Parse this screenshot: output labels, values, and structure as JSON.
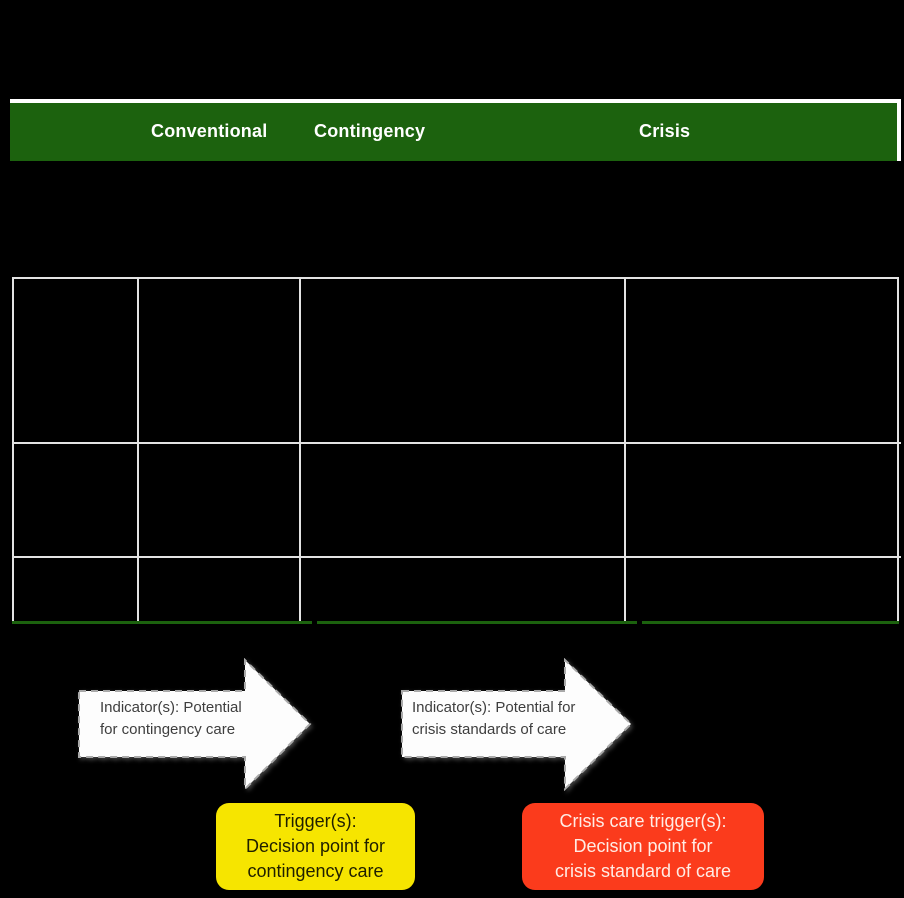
{
  "figure": {
    "phase_bar": {
      "bg_color": "#1C620E",
      "border_color": "#FFFFFF",
      "labels": {
        "conventional": "Conventional",
        "contingency": "Contingency",
        "crisis": "Crisis"
      }
    },
    "care_table": {
      "border_color": "#E3E3E3",
      "underline_color": "#1C620E",
      "columns": 4,
      "rows": 3
    },
    "indicator_arrows": [
      {
        "fill_color": "#FDFDFD",
        "border_color": "#A9A9A9",
        "text_color": "#3E3E3E",
        "line1": "Indicator(s): Potential",
        "line2": "for contingency care"
      },
      {
        "fill_color": "#FDFDFD",
        "border_color": "#A9A9A9",
        "text_color": "#3E3E3E",
        "line1": "Indicator(s): Potential for",
        "line2": "crisis standards of care"
      }
    ],
    "trigger_boxes": [
      {
        "bg_color": "#F6E500",
        "text_color": "#1F1F00",
        "line1": "Trigger(s):",
        "line2": "Decision point for",
        "line3": "contingency care"
      },
      {
        "bg_color": "#FB3B1C",
        "text_color": "#FFECE5",
        "line1": "Crisis care trigger(s):",
        "line2": "Decision point for",
        "line3": "crisis standard of care"
      }
    ]
  }
}
